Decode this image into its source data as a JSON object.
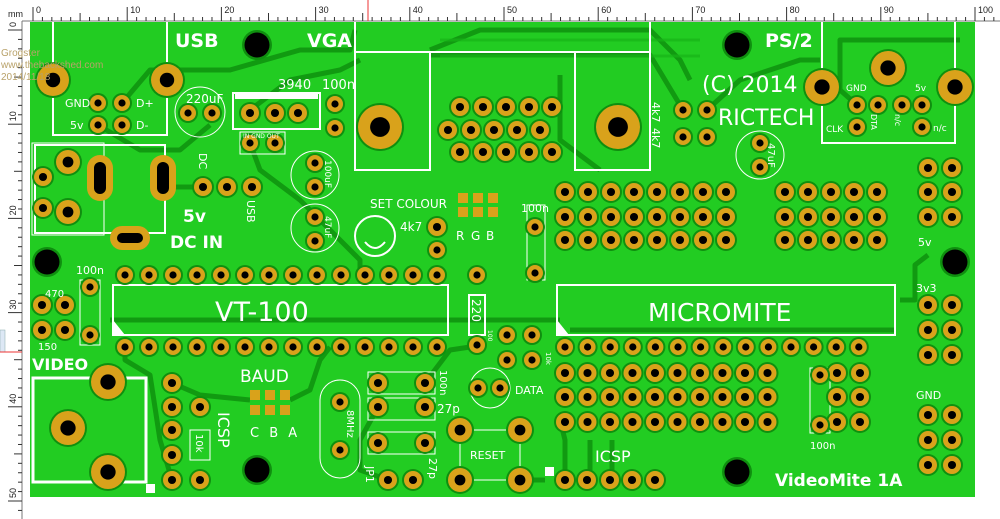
{
  "ruler": {
    "unit": "mm",
    "x_labels": [
      "0",
      "10",
      "20",
      "30",
      "40",
      "50",
      "60",
      "70",
      "80",
      "90",
      "100"
    ],
    "y_labels": [
      "0",
      "10",
      "20",
      "30",
      "40",
      "50"
    ]
  },
  "watermark": {
    "line1": "Grogster",
    "line2": "www.thebackshed.com",
    "line3": "2014/11/18"
  },
  "pcb": {
    "colors": {
      "board": "#22cc22",
      "trace": "#119a11",
      "pad": "#d9a21b",
      "hole": "#000000",
      "silk": "#ffffff"
    },
    "usb": {
      "title": "USB",
      "gnd": "GND",
      "v5": "5v",
      "dplus": "D+",
      "dminus": "D-"
    },
    "vga": {
      "title": "VGA"
    },
    "ps2": {
      "title": "PS/2",
      "gnd": "GND",
      "v5": "5v",
      "clk": "CLK",
      "dta": "DTA",
      "nc1": "n/c",
      "nc2": "n/c"
    },
    "copyright": {
      "line1": "(C) 2014",
      "line2": "RICTECH"
    },
    "r4k7_a": "4k7",
    "r4k7_b": "4k7",
    "cap_220uf": "220uF",
    "regulator": {
      "part": "3940",
      "cap": "100n",
      "pins": "IN GND OUT"
    },
    "dc": {
      "v5": "5v",
      "dc_in": "DC IN",
      "sel_dc": "DC",
      "sel_usb": "USB"
    },
    "cap_100uf": "100uF",
    "cap_47uf_a": "47uF",
    "cap_47uf_b": "47uF",
    "set_colour": "SET COLOUR",
    "r4k7_c": "4k7",
    "rgb": {
      "r": "R",
      "g": "G",
      "b": "B"
    },
    "cap_100n_a": "100n",
    "cap_100n_b": "100n",
    "r470": "470",
    "r150": "150",
    "chip1": "VT-100",
    "chip2": "MICROMITE",
    "r220": "220",
    "r100": "100",
    "r10k_a": "10k",
    "data": "DATA",
    "power": {
      "v5": "5v",
      "v3v3": "3v3",
      "gnd": "GND"
    },
    "video": "VIDEO",
    "icsp_left": "ICSP",
    "r10k_b": "10k",
    "baud": {
      "title": "BAUD",
      "options": "C B A"
    },
    "crystal": "8MHz",
    "cap_100n_c": "100n",
    "cap_27p_a": "27p",
    "cap_27p_b": "27p",
    "jp1": "JP1",
    "reset": "RESET",
    "icsp_right": "ICSP",
    "cap_100n_d": "100n",
    "board_name": "VideoMite 1A"
  }
}
